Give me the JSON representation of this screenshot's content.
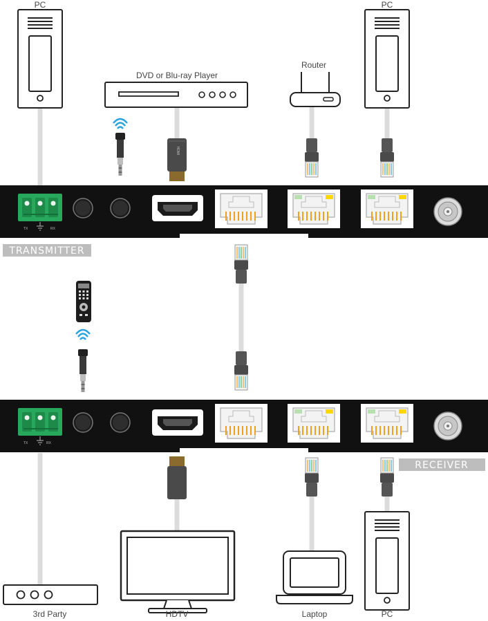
{
  "labels": {
    "pc_top_left": "PC",
    "pc_top_right": "PC",
    "dvd_player": "DVD or Blu-ray Player",
    "router": "Router",
    "transmitter": "TRANSMITTER",
    "receiver": "RECEIVER",
    "third_party": "3rd Party",
    "hdtv": "HDTV",
    "laptop": "Laptop",
    "pc_bottom": "PC"
  },
  "serial_pins": {
    "tx": "TX",
    "rx": "RX"
  },
  "colors": {
    "unit_body": "#111111",
    "cable": "#d9d9d9",
    "terminal_block": "#27a85c",
    "rj45_pins": "#f0a020",
    "led_green": "#b8e0b0",
    "led_yellow": "#ffd800",
    "tag_background": "#bdbdbd",
    "ir_waves": "#29a3e0"
  },
  "icons": [
    "pc-tower-icon",
    "dvd-player-icon",
    "router-icon",
    "ir-remote-icon",
    "ir-sensor-icon",
    "hdmi-plug-icon",
    "rj45-plug-icon",
    "tv-icon",
    "laptop-icon",
    "third-party-device-icon"
  ]
}
